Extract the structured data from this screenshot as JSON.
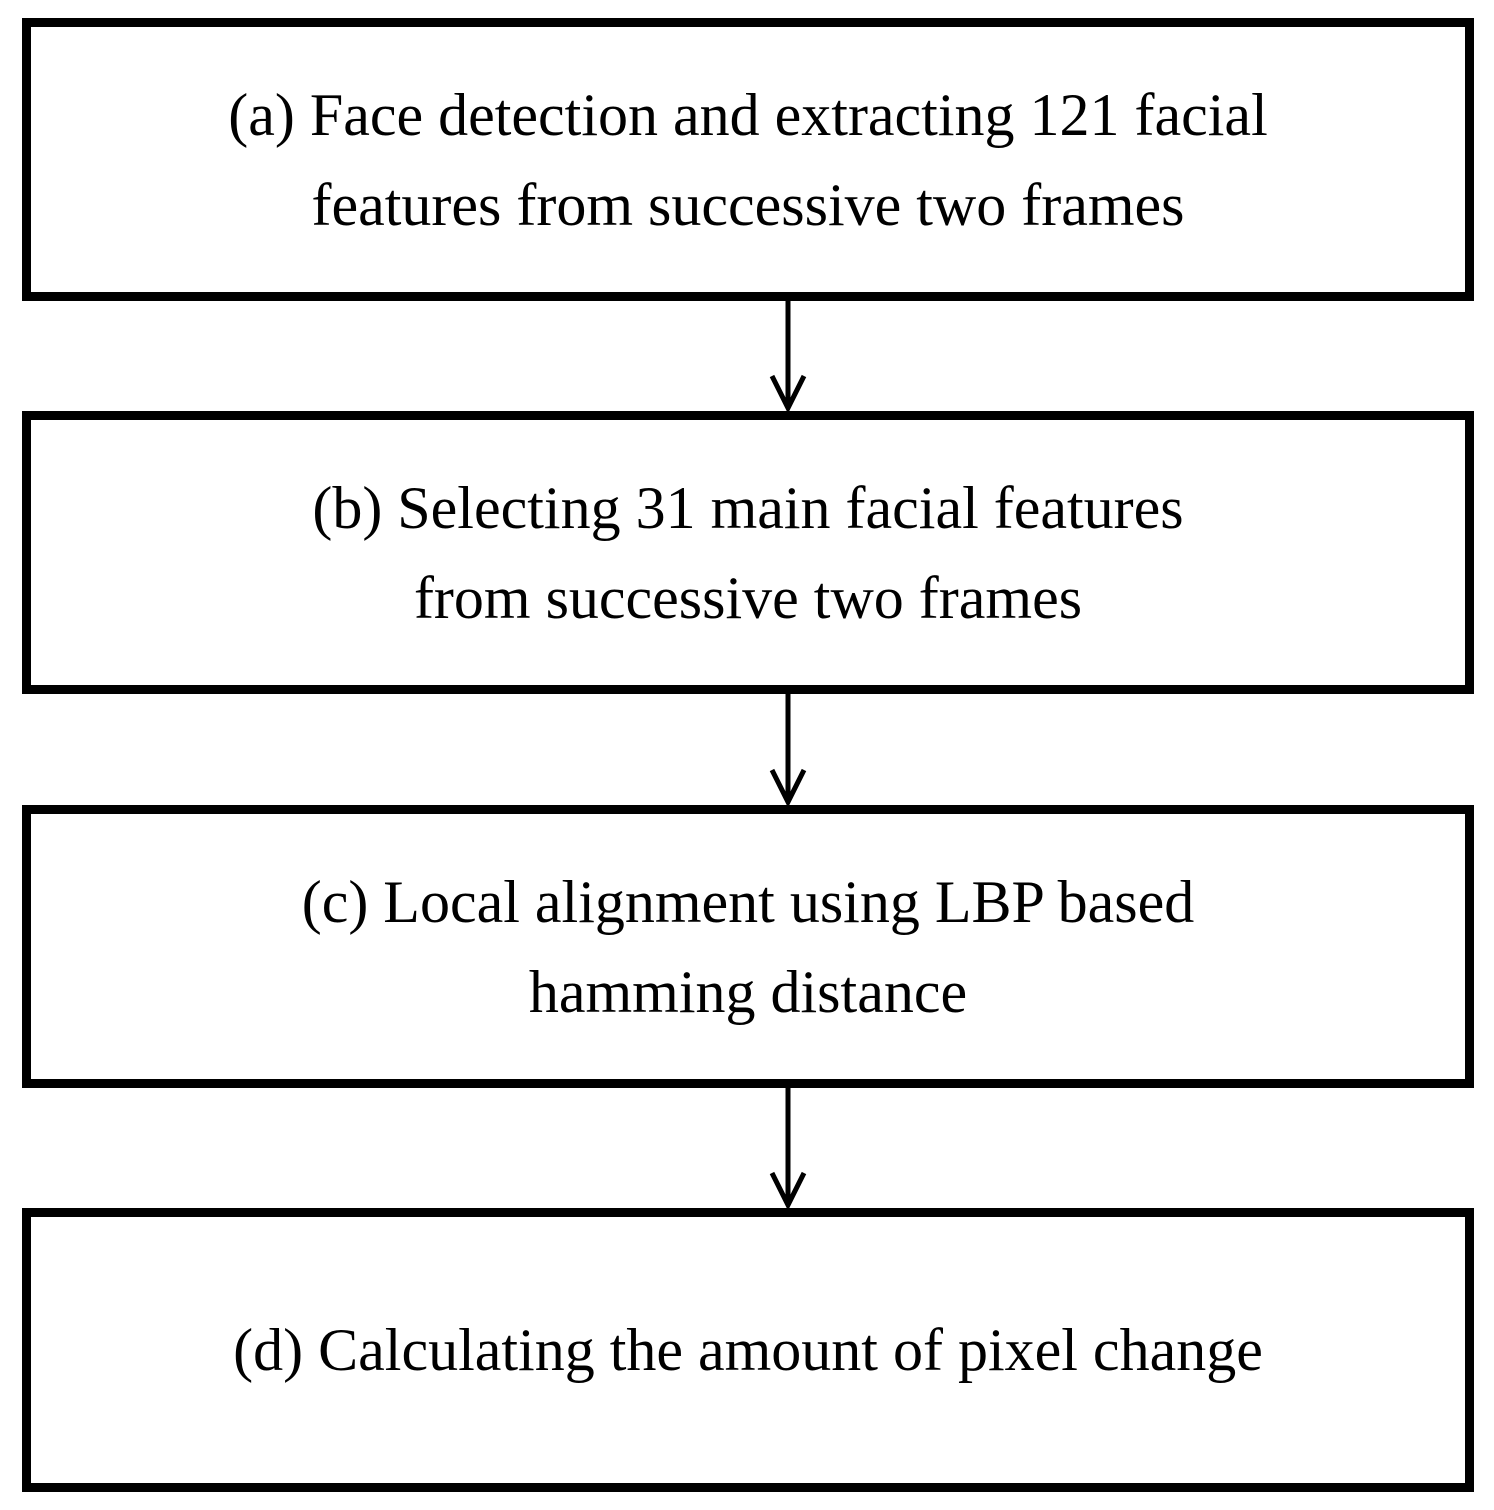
{
  "diagram": {
    "type": "flowchart",
    "background_color": "#ffffff",
    "box_border_color": "#000000",
    "text_color": "#000000",
    "arrow_color": "#000000",
    "steps": [
      {
        "id": "a",
        "line1": "(a) Face detection and extracting 121 facial",
        "line2": "features from successive two frames",
        "full_label": "(a) Face detection and extracting 121 facial features from successive two frames"
      },
      {
        "id": "b",
        "line1": "(b) Selecting 31 main facial features",
        "line2": "from successive two frames",
        "full_label": "(b) Selecting 31 main facial features from successive two frames"
      },
      {
        "id": "c",
        "line1": "(c) Local alignment using LBP based",
        "line2": "hamming distance",
        "full_label": "(c) Local alignment using LBP based hamming distance"
      },
      {
        "id": "d",
        "line1": "(d) Calculating the amount of pixel change",
        "line2": "",
        "full_label": "(d) Calculating the amount of pixel change"
      }
    ],
    "connections": [
      {
        "from": "a",
        "to": "b"
      },
      {
        "from": "b",
        "to": "c"
      },
      {
        "from": "c",
        "to": "d"
      }
    ]
  }
}
